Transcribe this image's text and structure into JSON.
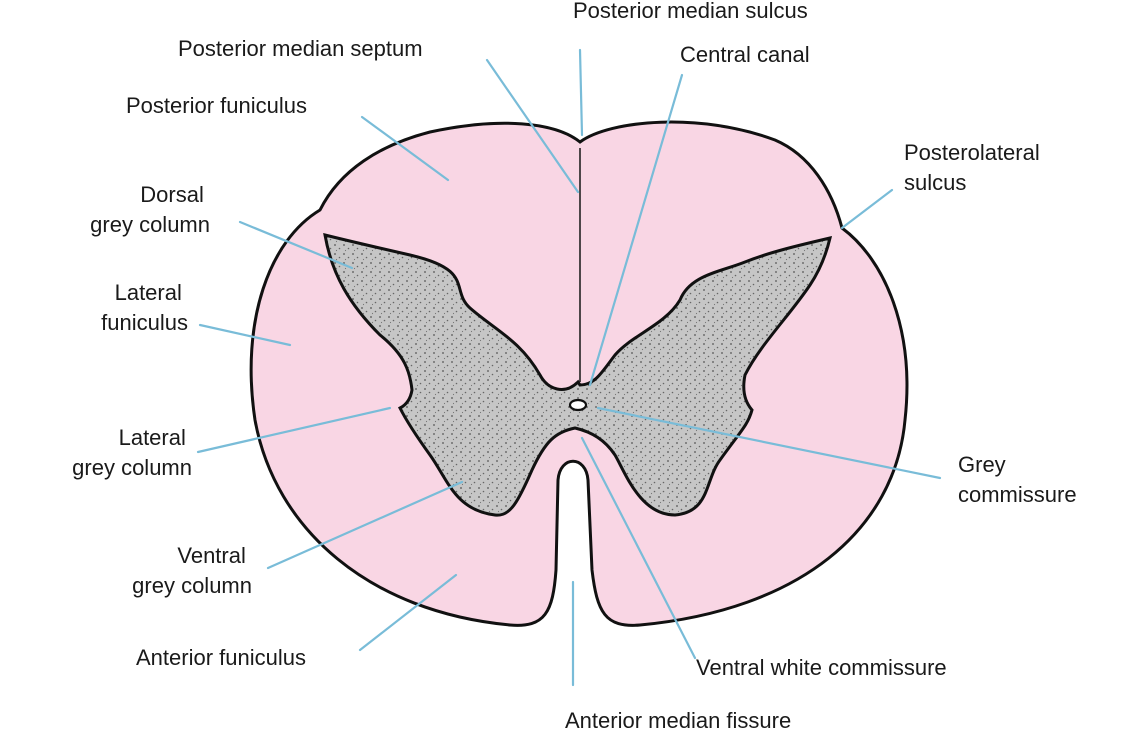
{
  "colors": {
    "white_matter": "#f9d6e4",
    "grey_matter": "#c6c6c6",
    "outline": "#111111",
    "leader_line": "#79bcd8",
    "label_text": "#1a1a1a"
  },
  "labels": {
    "posterior_median_sulcus": "Posterior median sulcus",
    "posterior_median_septum": "Posterior median septum",
    "central_canal": "Central canal",
    "posterior_funiculus": "Posterior funiculus",
    "posterolateral_sulcus": [
      "Posterolateral",
      "sulcus"
    ],
    "dorsal_grey_column": [
      "Dorsal",
      "grey column"
    ],
    "lateral_funiculus": [
      "Lateral",
      "funiculus"
    ],
    "lateral_grey_column": [
      "Lateral",
      "grey column"
    ],
    "grey_commissure": [
      "Grey",
      "commissure"
    ],
    "ventral_grey_column": [
      "Ventral",
      "grey column"
    ],
    "anterior_funiculus": "Anterior funiculus",
    "ventral_white_commissure": "Ventral white commissure",
    "anterior_median_fissure": "Anterior median fissure"
  }
}
